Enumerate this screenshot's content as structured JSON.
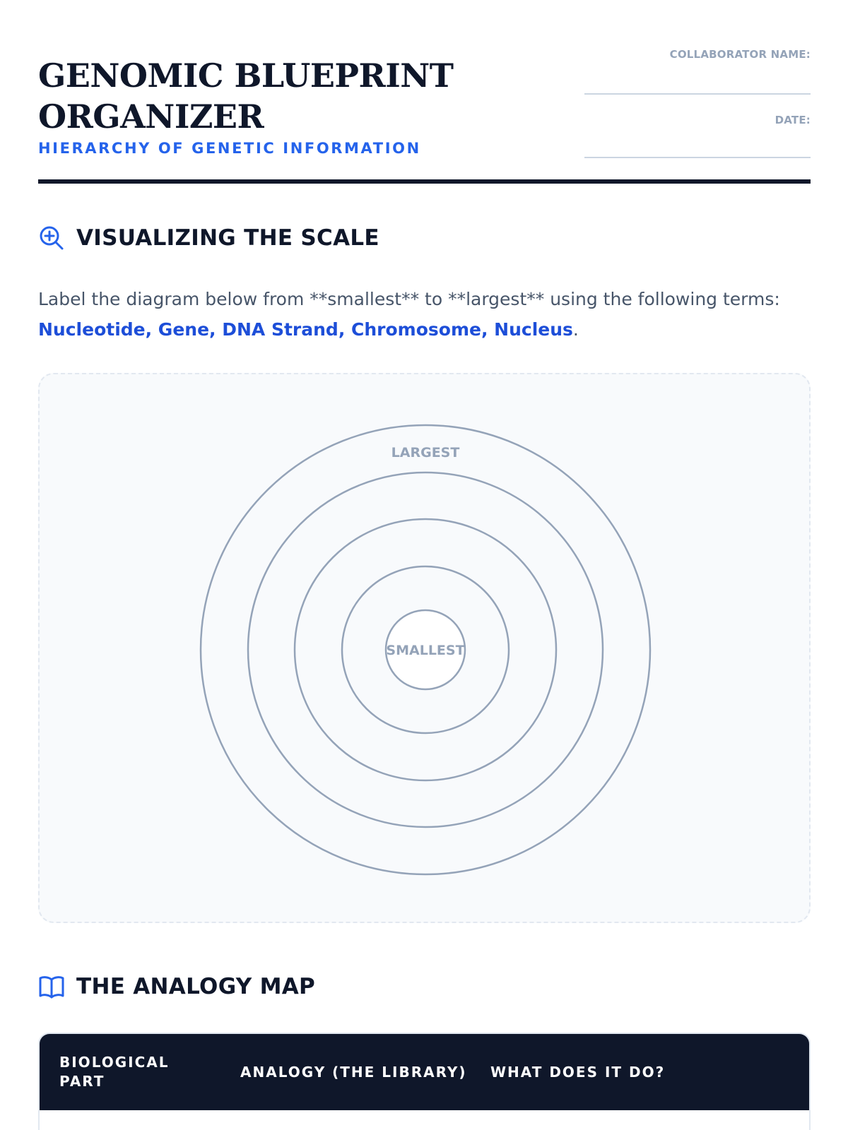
{
  "header": {
    "title": "GENOMIC BLUEPRINT ORGANIZER",
    "subtitle": "HIERARCHY OF GENETIC INFORMATION",
    "fields": {
      "collaborator_label": "COLLABORATOR NAME:",
      "collaborator_value": "",
      "date_label": "DATE:",
      "date_value": ""
    }
  },
  "scale_section": {
    "icon": "zoom-in-icon",
    "heading": "VISUALIZING THE SCALE",
    "instructions_text": "Label the diagram below from **smallest** to **largest** using the following terms:",
    "terms": "Nucleotide, Gene, DNA Strand, Chromosome, Nucleus",
    "terms_suffix": ".",
    "diagram": {
      "ring_count": 5,
      "outer_label": "LARGEST",
      "inner_label": "SMALLEST"
    }
  },
  "analogy_section": {
    "icon": "book-open-icon",
    "heading": "THE ANALOGY MAP",
    "columns": [
      "BIOLOGICAL PART",
      "ANALOGY (THE LIBRARY)",
      "WHAT DOES IT DO?"
    ]
  },
  "colors": {
    "primary": "#0f172a",
    "accent": "#2563eb",
    "muted": "#94a3b8",
    "ring_stroke": "#94a3b8"
  }
}
